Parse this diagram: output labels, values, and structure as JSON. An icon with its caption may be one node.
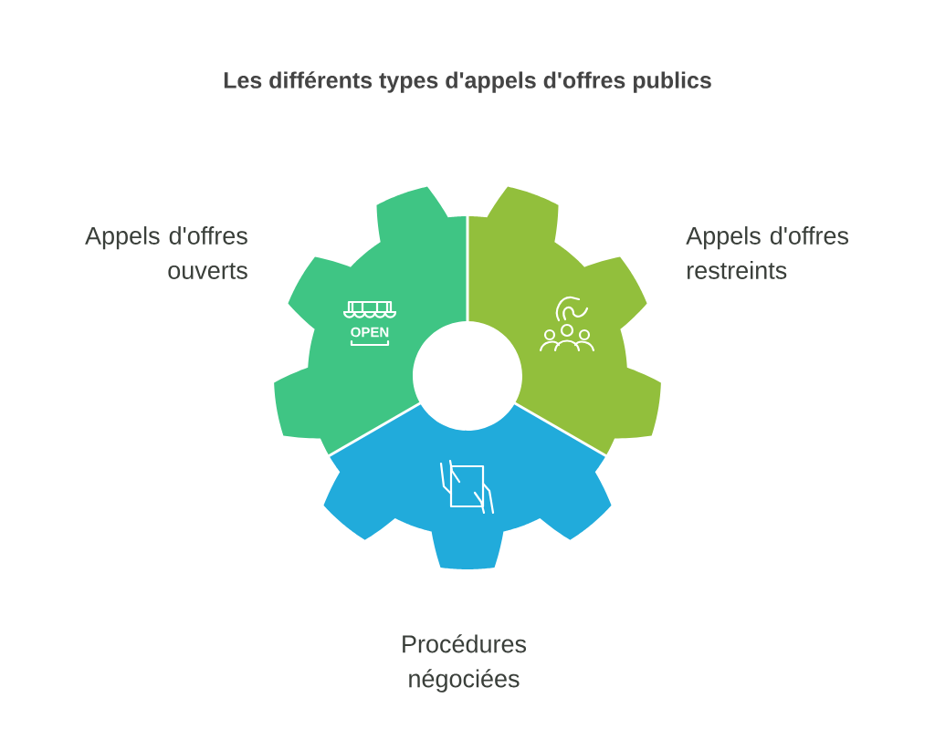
{
  "diagram": {
    "title": "Les différents types d'appels d'offres publics",
    "nodes": [
      {
        "text": [
          "Appels d'offres ouverts",
          "OPEN"
        ]
      },
      {
        "text": [
          "Appels d'offres restreints"
        ]
      },
      {
        "text": [
          "Procédures négociées"
        ]
      }
    ]
  }
}
